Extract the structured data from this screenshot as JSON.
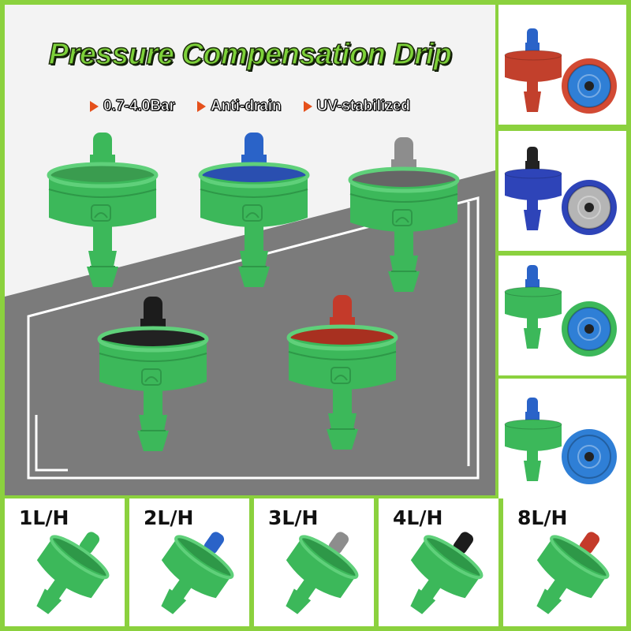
{
  "title": "Pressure Compensation Drip",
  "features": [
    "0.7-4.0Bar",
    "Anti-drain",
    "UV-stabilized"
  ],
  "flow_rates": [
    "1L/H",
    "2L/H",
    "3L/H",
    "4L/H",
    "8L/H"
  ],
  "colors": {
    "frame": "#8bd13e",
    "body_green": "#3cb85a",
    "cap_blue": "#2a63c8",
    "cap_gray": "#8d8d8d",
    "cap_black": "#1c1c1c",
    "cap_red": "#c43a2a",
    "accent_orange": "#e5501b"
  }
}
